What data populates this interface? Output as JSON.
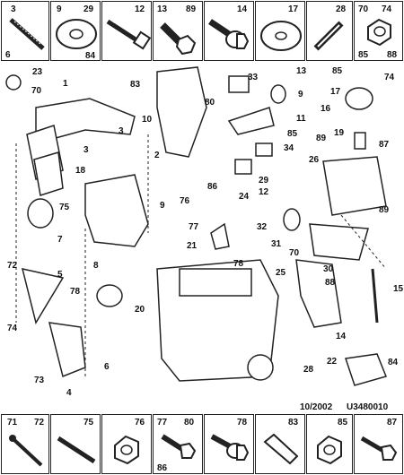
{
  "footer": {
    "date": "10/2002",
    "code": "U3480010"
  },
  "top_row": [
    {
      "a": "3",
      "b": "6"
    },
    {
      "a": "9",
      "b": "29",
      "c": "84"
    },
    {
      "a": "12"
    },
    {
      "a": "13",
      "b": "89"
    },
    {
      "a": "14"
    },
    {
      "a": "17"
    },
    {
      "a": "28"
    },
    {
      "a": "70",
      "b": "74",
      "c": "85",
      "d": "88"
    }
  ],
  "bottom_row": [
    {
      "a": "71",
      "b": "72"
    },
    {
      "a": "75"
    },
    {
      "a": "76"
    },
    {
      "a": "77",
      "b": "80",
      "c": "86"
    },
    {
      "a": "78"
    },
    {
      "a": "83"
    },
    {
      "a": "85"
    },
    {
      "a": "87"
    }
  ],
  "callouts": [
    "23",
    "70",
    "1",
    "83",
    "33",
    "80",
    "10",
    "13",
    "9",
    "11",
    "85",
    "85",
    "74",
    "17",
    "16",
    "3",
    "2",
    "3",
    "18",
    "7",
    "75",
    "8",
    "9",
    "76",
    "77",
    "86",
    "24",
    "34",
    "29",
    "12",
    "19",
    "89",
    "26",
    "87",
    "32",
    "31",
    "21",
    "78",
    "70",
    "30",
    "89",
    "72",
    "5",
    "74",
    "73",
    "4",
    "6",
    "78",
    "20",
    "25",
    "88",
    "15",
    "14",
    "84",
    "22",
    "28"
  ]
}
